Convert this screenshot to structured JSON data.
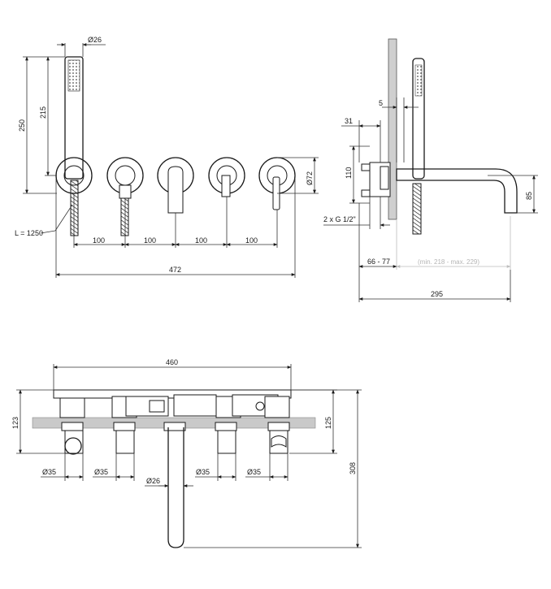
{
  "front_view": {
    "dia_handshower": "Ø26",
    "h_250": "250",
    "h_215": "215",
    "hose_length": "L = 1250",
    "spacing": [
      "100",
      "100",
      "100",
      "100"
    ],
    "total_width": "472",
    "dia_rosette": "Ø72"
  },
  "side_view": {
    "d_5": "5",
    "d_31": "31",
    "d_110": "110",
    "connection": "2 x G 1/2\"",
    "d_66_77": "66 - 77",
    "d_min_max": "(min. 218 - max. 229)",
    "d_295": "295",
    "d_85": "85"
  },
  "top_view": {
    "width_460": "460",
    "h_123": "123",
    "h_125": "125",
    "h_308": "308",
    "dia_35": [
      "Ø35",
      "Ø35",
      "Ø35",
      "Ø35"
    ],
    "dia_26": "Ø26"
  }
}
